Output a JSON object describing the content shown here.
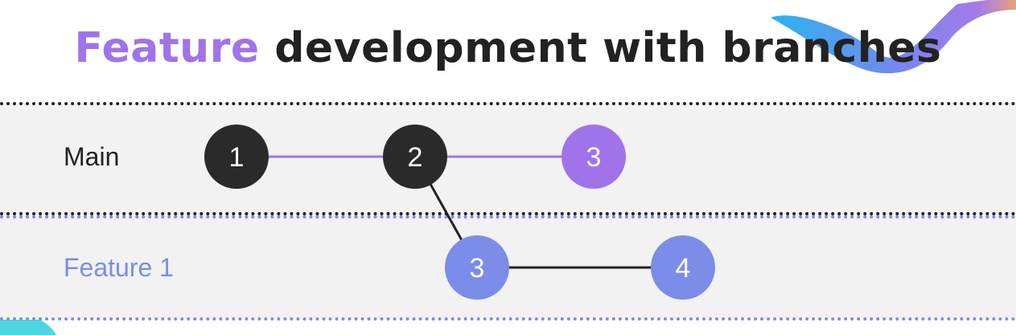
{
  "title": {
    "accent": "Feature",
    "rest": " development with branches"
  },
  "lanes": [
    {
      "label": "Main",
      "color": "#222222"
    },
    {
      "label": "Feature 1",
      "color": "#7b8de8"
    }
  ],
  "commits": [
    {
      "label": "1",
      "lane": "Main",
      "color": "#2a2a2a"
    },
    {
      "label": "2",
      "lane": "Main",
      "color": "#2a2a2a"
    },
    {
      "label": "3",
      "lane": "Main",
      "color": "#a073ea"
    },
    {
      "label": "3",
      "lane": "Feature 1",
      "color": "#7b8de8"
    },
    {
      "label": "4",
      "lane": "Feature 1",
      "color": "#7b8de8"
    }
  ],
  "edges": [
    {
      "from": 0,
      "to": 1,
      "color": "#a073ea"
    },
    {
      "from": 1,
      "to": 2,
      "color": "#a073ea"
    },
    {
      "from": 1,
      "to": 3,
      "color": "#222222"
    },
    {
      "from": 3,
      "to": 4,
      "color": "#222222"
    }
  ],
  "colors": {
    "accent_purple": "#a073ea",
    "accent_blue": "#7b8de8",
    "dark": "#222222",
    "lane_bg": "#f2f2f2"
  }
}
